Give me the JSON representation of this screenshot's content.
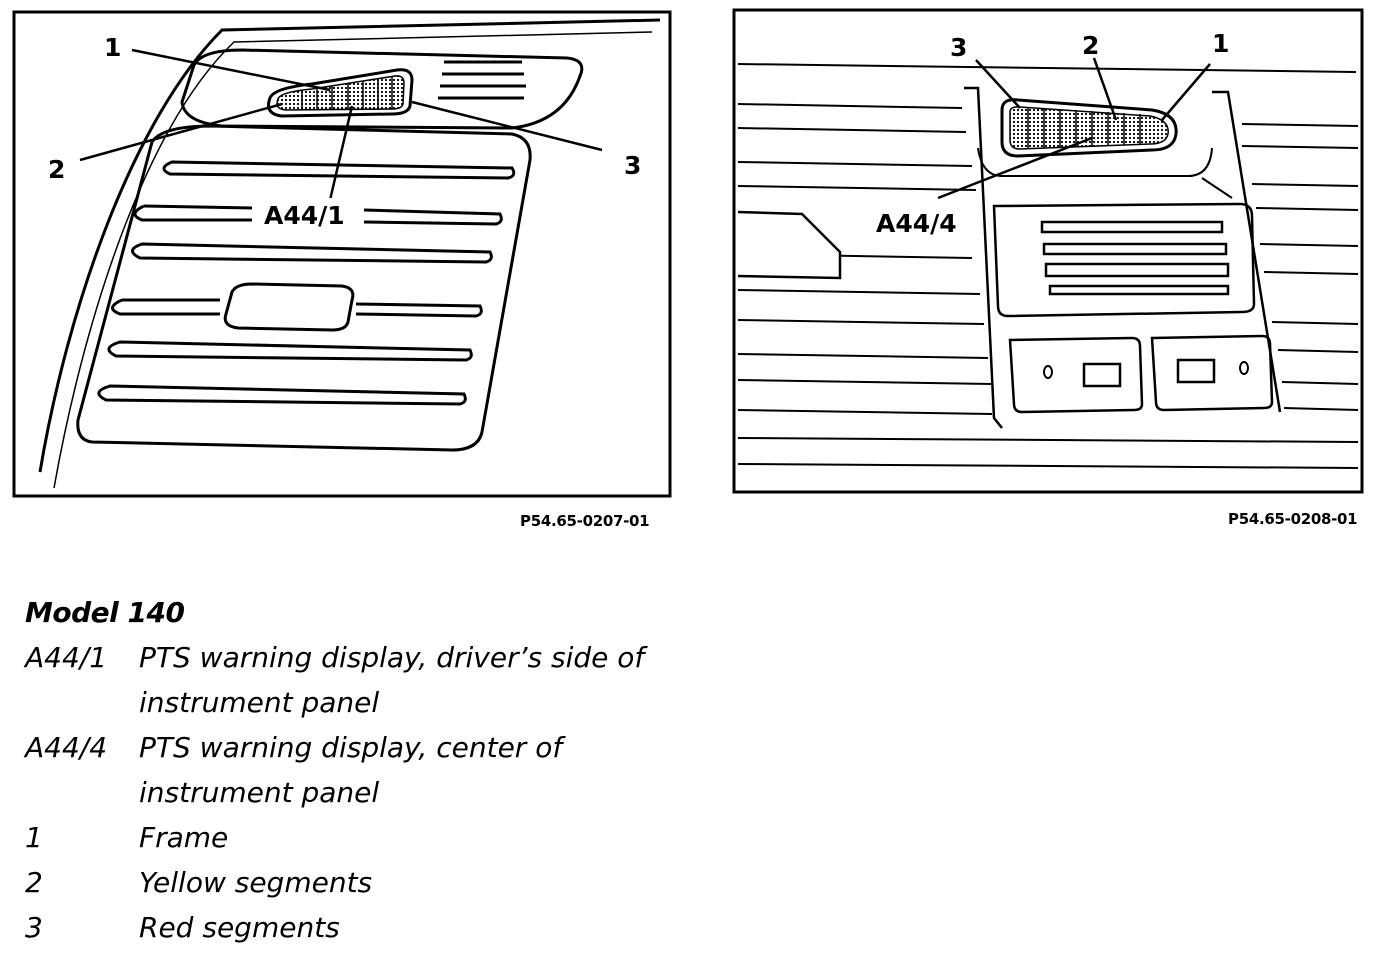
{
  "figures": [
    {
      "callouts": [
        "1",
        "2",
        "3"
      ],
      "part_label": "A44/1",
      "code": "P54.65-0207-01"
    },
    {
      "callouts": [
        "3",
        "2",
        "1"
      ],
      "part_label": "A44/4",
      "code": "P54.65-0208-01"
    }
  ],
  "legend": {
    "title": "Model 140",
    "items": [
      {
        "key": "A44/1",
        "lines": [
          "PTS warning display, driver’s side of",
          "instrument panel"
        ]
      },
      {
        "key": "A44/4",
        "lines": [
          "PTS warning display, center of",
          "instrument panel"
        ]
      },
      {
        "key": "1",
        "lines": [
          "Frame"
        ]
      },
      {
        "key": "2",
        "lines": [
          "Yellow segments"
        ]
      },
      {
        "key": "3",
        "lines": [
          "Red segments"
        ]
      }
    ]
  }
}
